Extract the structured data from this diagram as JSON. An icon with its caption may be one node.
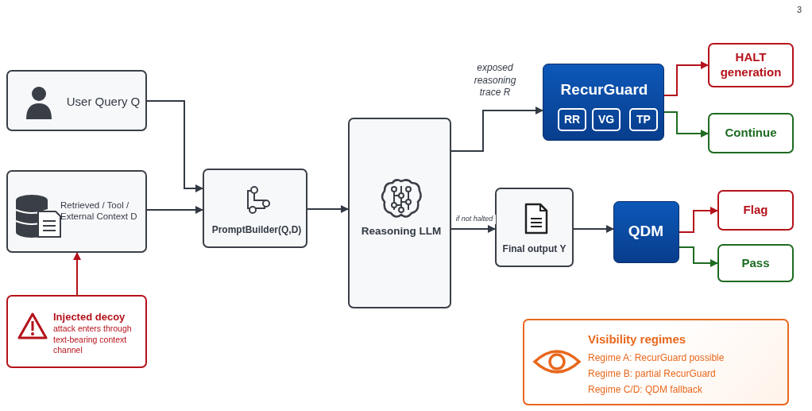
{
  "diagram": {
    "nodes": [
      {
        "text": [
          "User Query Q"
        ]
      },
      {
        "text": [
          "Retrieved / Tool / External Context D"
        ]
      },
      {
        "text": [
          "Injected decoy",
          "attack enters through text-bearing context channel"
        ]
      },
      {
        "text": [
          "PromptBuilder(Q,D)"
        ]
      },
      {
        "text": [
          "Reasoning LLM"
        ]
      },
      {
        "text": [
          "RecurGuard"
        ]
      },
      {
        "text": [
          "RR"
        ],
        "in": 5
      },
      {
        "text": [
          "VG"
        ],
        "in": 5
      },
      {
        "text": [
          "TP"
        ],
        "in": 5
      },
      {
        "text": [
          "HALT generation"
        ]
      },
      {
        "text": [
          "Continue"
        ]
      },
      {
        "text": [
          "Final output Y"
        ]
      },
      {
        "text": [
          "QDM"
        ]
      },
      {
        "text": [
          "Flag"
        ]
      },
      {
        "text": [
          "Pass"
        ]
      },
      {
        "text": [
          "Visibility regimes",
          "Regime A: RecurGuard possible",
          "Regime B: partial RecurGuard",
          "Regime C/D: QDM fallback"
        ]
      }
    ],
    "edges": [
      {
        "from": 0,
        "to": 3,
        "arrow": "to"
      },
      {
        "from": 1,
        "to": 3,
        "arrow": "to"
      },
      {
        "from": 2,
        "to": 1,
        "arrow": "to",
        "color": "#b5121b"
      },
      {
        "from": 3,
        "to": 4,
        "arrow": "to"
      },
      {
        "from": 4,
        "to": 5,
        "arrow": "to",
        "label": "exposed reasoning trace R"
      },
      {
        "from": 5,
        "to": 9,
        "arrow": "to",
        "color": "#b5121b"
      },
      {
        "from": 5,
        "to": 10,
        "arrow": "to",
        "color": "#1e6b22"
      },
      {
        "from": 4,
        "to": 11,
        "arrow": "to",
        "label": "if not halted"
      },
      {
        "from": 11,
        "to": 12,
        "arrow": "to"
      },
      {
        "from": 12,
        "to": 13,
        "arrow": "to",
        "color": "#b5121b"
      },
      {
        "from": 12,
        "to": 14,
        "arrow": "to",
        "color": "#1e6b22"
      }
    ],
    "labels": [
      "3"
    ]
  }
}
